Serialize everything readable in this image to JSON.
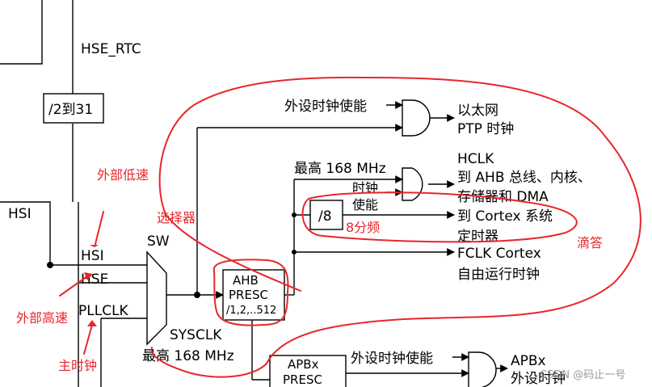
{
  "labels": {
    "hse_rtc": "HSE_RTC",
    "div_2_31": "/2到31",
    "hsi_left": "HSI",
    "sw": "SW",
    "hsi_in": "HSI",
    "hse_in": "HSE",
    "pllclk_in": "PLLCLK",
    "sysclk": "SYSCLK",
    "max_168_bottom": "最高 168 MHz",
    "ahb_presc_1": "AHB",
    "ahb_presc_2": "PRESC",
    "ahb_presc_3": "/1,2,..512",
    "periph_clk_enable_top": "外设时钟使能",
    "ethernet_1": "以太网",
    "ethernet_2": "PTP 时钟",
    "max_168_mid": "最高 168 MHz",
    "clk_enable_1": "时钟",
    "clk_enable_2": "使能",
    "hclk_1": "HCLK",
    "hclk_2": "到 AHB 总线、内核、",
    "hclk_3": "存储器和 DMA",
    "div8": "/8",
    "cortex_timer_1": "到 Cortex 系统",
    "cortex_timer_2": "定时器",
    "fclk_1": "FCLK Cortex",
    "fclk_2": "自由运行时钟",
    "apbx_presc_1": "APBx",
    "apbx_presc_2": "PRESC",
    "periph_clk_enable_bottom": "外设时钟使能",
    "apbx_out_1": "APBx",
    "apbx_out_2": "外设时钟",
    "watermark": "CSDN @码止一号"
  },
  "annotations": {
    "ext_low_speed": "外部低速",
    "selector": "选择器",
    "ext_high_speed": "外部高速",
    "main_clock": "主时钟",
    "div8_note": "8分频",
    "systick": "滴答"
  },
  "colors": {
    "line": "#000000",
    "annotation": "#e8262c",
    "watermark": "#9a9a9a"
  }
}
